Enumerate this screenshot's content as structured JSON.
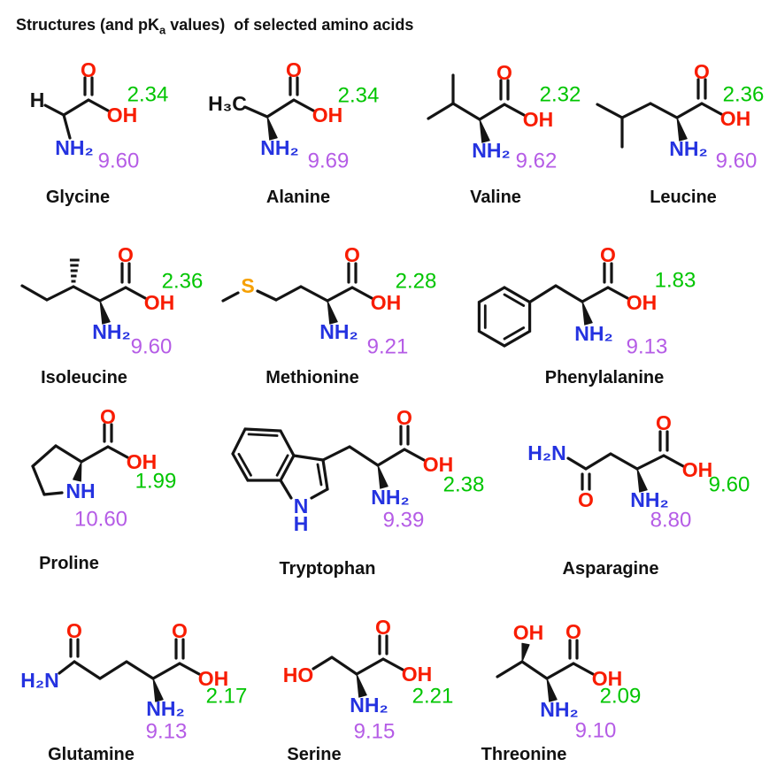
{
  "title": {
    "pre": "Structures (and pK",
    "sub": "a",
    "post": " values)  of selected amino acids"
  },
  "colors": {
    "oxygen_red": "#f81c00",
    "nitrogen_blue": "#2432e0",
    "pka_carboxyl_green": "#00c500",
    "pka_amine_purple": "#b55ce6",
    "sulfur_orange": "#f6a000",
    "bond_black": "#141414",
    "background": "#ffffff"
  },
  "amino_acids": [
    {
      "name": "Glycine",
      "pka_green": "2.34",
      "pka_purple": "9.60",
      "labels": {
        "h": "H",
        "o": "O",
        "oh": "OH",
        "nh2": "NH₂"
      }
    },
    {
      "name": "Alanine",
      "pka_green": "2.34",
      "pka_purple": "9.69",
      "labels": {
        "h3c": "H₃C",
        "o": "O",
        "oh": "OH",
        "nh2": "NH₂"
      }
    },
    {
      "name": "Valine",
      "pka_green": "2.32",
      "pka_purple": "9.62",
      "labels": {
        "o": "O",
        "oh": "OH",
        "nh2": "NH₂"
      }
    },
    {
      "name": "Leucine",
      "pka_green": "2.36",
      "pka_purple": "9.60",
      "labels": {
        "o": "O",
        "oh": "OH",
        "nh2": "NH₂"
      }
    },
    {
      "name": "Isoleucine",
      "pka_green": "2.36",
      "pka_purple": "9.60",
      "labels": {
        "o": "O",
        "oh": "OH",
        "nh2": "NH₂"
      }
    },
    {
      "name": "Methionine",
      "pka_green": "2.28",
      "pka_purple": "9.21",
      "labels": {
        "s": "S",
        "o": "O",
        "oh": "OH",
        "nh2": "NH₂"
      }
    },
    {
      "name": "Phenylalanine",
      "pka_green": "1.83",
      "pka_purple": "9.13",
      "labels": {
        "o": "O",
        "oh": "OH",
        "nh2": "NH₂"
      }
    },
    {
      "name": "Proline",
      "pka_green": "1.99",
      "pka_purple": "10.60",
      "labels": {
        "o": "O",
        "oh": "OH",
        "nh": "NH"
      }
    },
    {
      "name": "Tryptophan",
      "pka_green": "2.38",
      "pka_purple": "9.39",
      "labels": {
        "n": "N",
        "h": "H",
        "o": "O",
        "oh": "OH",
        "nh2": "NH₂"
      }
    },
    {
      "name": "Asparagine",
      "pka_green": "9.60",
      "pka_purple": "8.80",
      "labels": {
        "h2n": "H₂N",
        "o_amide": "O",
        "o": "O",
        "oh": "OH",
        "nh2": "NH₂"
      }
    },
    {
      "name": "Glutamine",
      "pka_green": "2.17",
      "pka_purple": "9.13",
      "labels": {
        "h2n": "H₂N",
        "o_amide": "O",
        "o": "O",
        "oh": "OH",
        "nh2": "NH₂"
      }
    },
    {
      "name": "Serine",
      "pka_green": "2.21",
      "pka_purple": "9.15",
      "labels": {
        "ho": "HO",
        "o": "O",
        "oh": "OH",
        "nh2": "NH₂"
      }
    },
    {
      "name": "Threonine",
      "pka_green": "2.09",
      "pka_purple": "9.10",
      "labels": {
        "oh_side": "OH",
        "o": "O",
        "oh": "OH",
        "nh2": "NH₂"
      }
    }
  ]
}
